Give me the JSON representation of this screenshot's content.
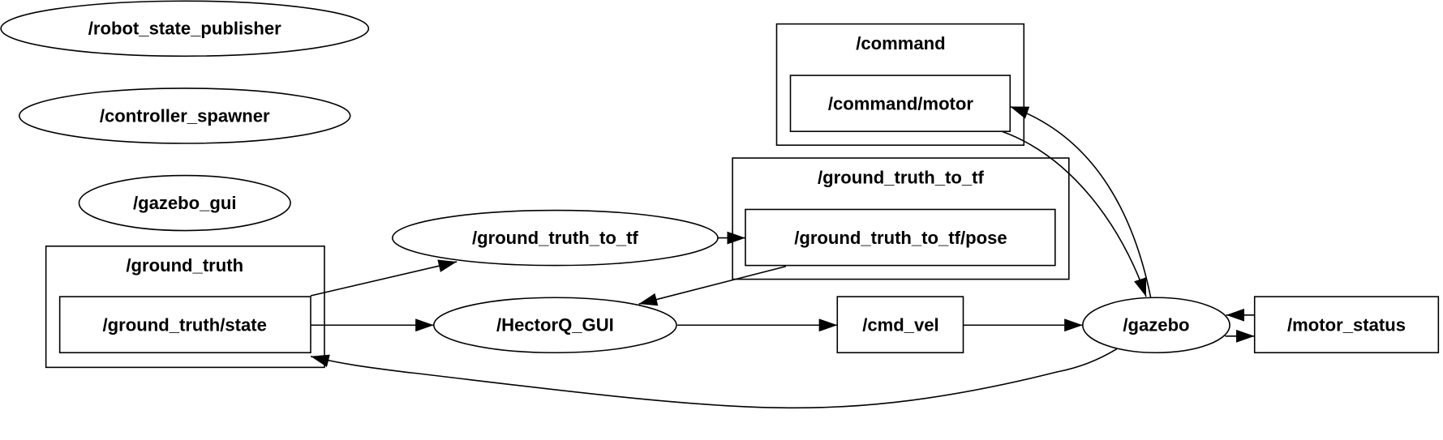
{
  "graph": {
    "nodes": {
      "robot_state_publisher": "/robot_state_publisher",
      "controller_spawner": "/controller_spawner",
      "gazebo_gui": "/gazebo_gui",
      "ground_truth_to_tf": "/ground_truth_to_tf",
      "hectorq_gui": "/HectorQ_GUI",
      "gazebo": "/gazebo"
    },
    "topics": {
      "ground_truth_state": "/ground_truth/state",
      "command_motor": "/command/motor",
      "ground_truth_to_tf_pose": "/ground_truth_to_tf/pose",
      "cmd_vel": "/cmd_vel",
      "motor_status": "/motor_status"
    },
    "clusters": {
      "ground_truth": "/ground_truth",
      "command": "/command",
      "ground_truth_to_tf": "/ground_truth_to_tf"
    }
  }
}
